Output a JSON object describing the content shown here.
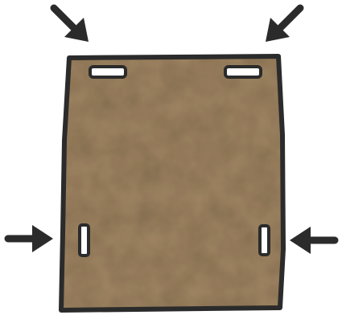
{
  "diagram": {
    "board_color": "#a08562",
    "board_shade_color": "#8c7150",
    "outline_color": "#2b2b2b",
    "slot_fill_color": "#ffffff",
    "arrow_color": "#2b2b2b",
    "slot_count": 4,
    "arrow_count": 4,
    "slot_positions": [
      "top-left",
      "top-right",
      "left-middle",
      "right-middle"
    ],
    "arrow_directions": [
      "down-right",
      "down-left",
      "right",
      "left"
    ]
  }
}
